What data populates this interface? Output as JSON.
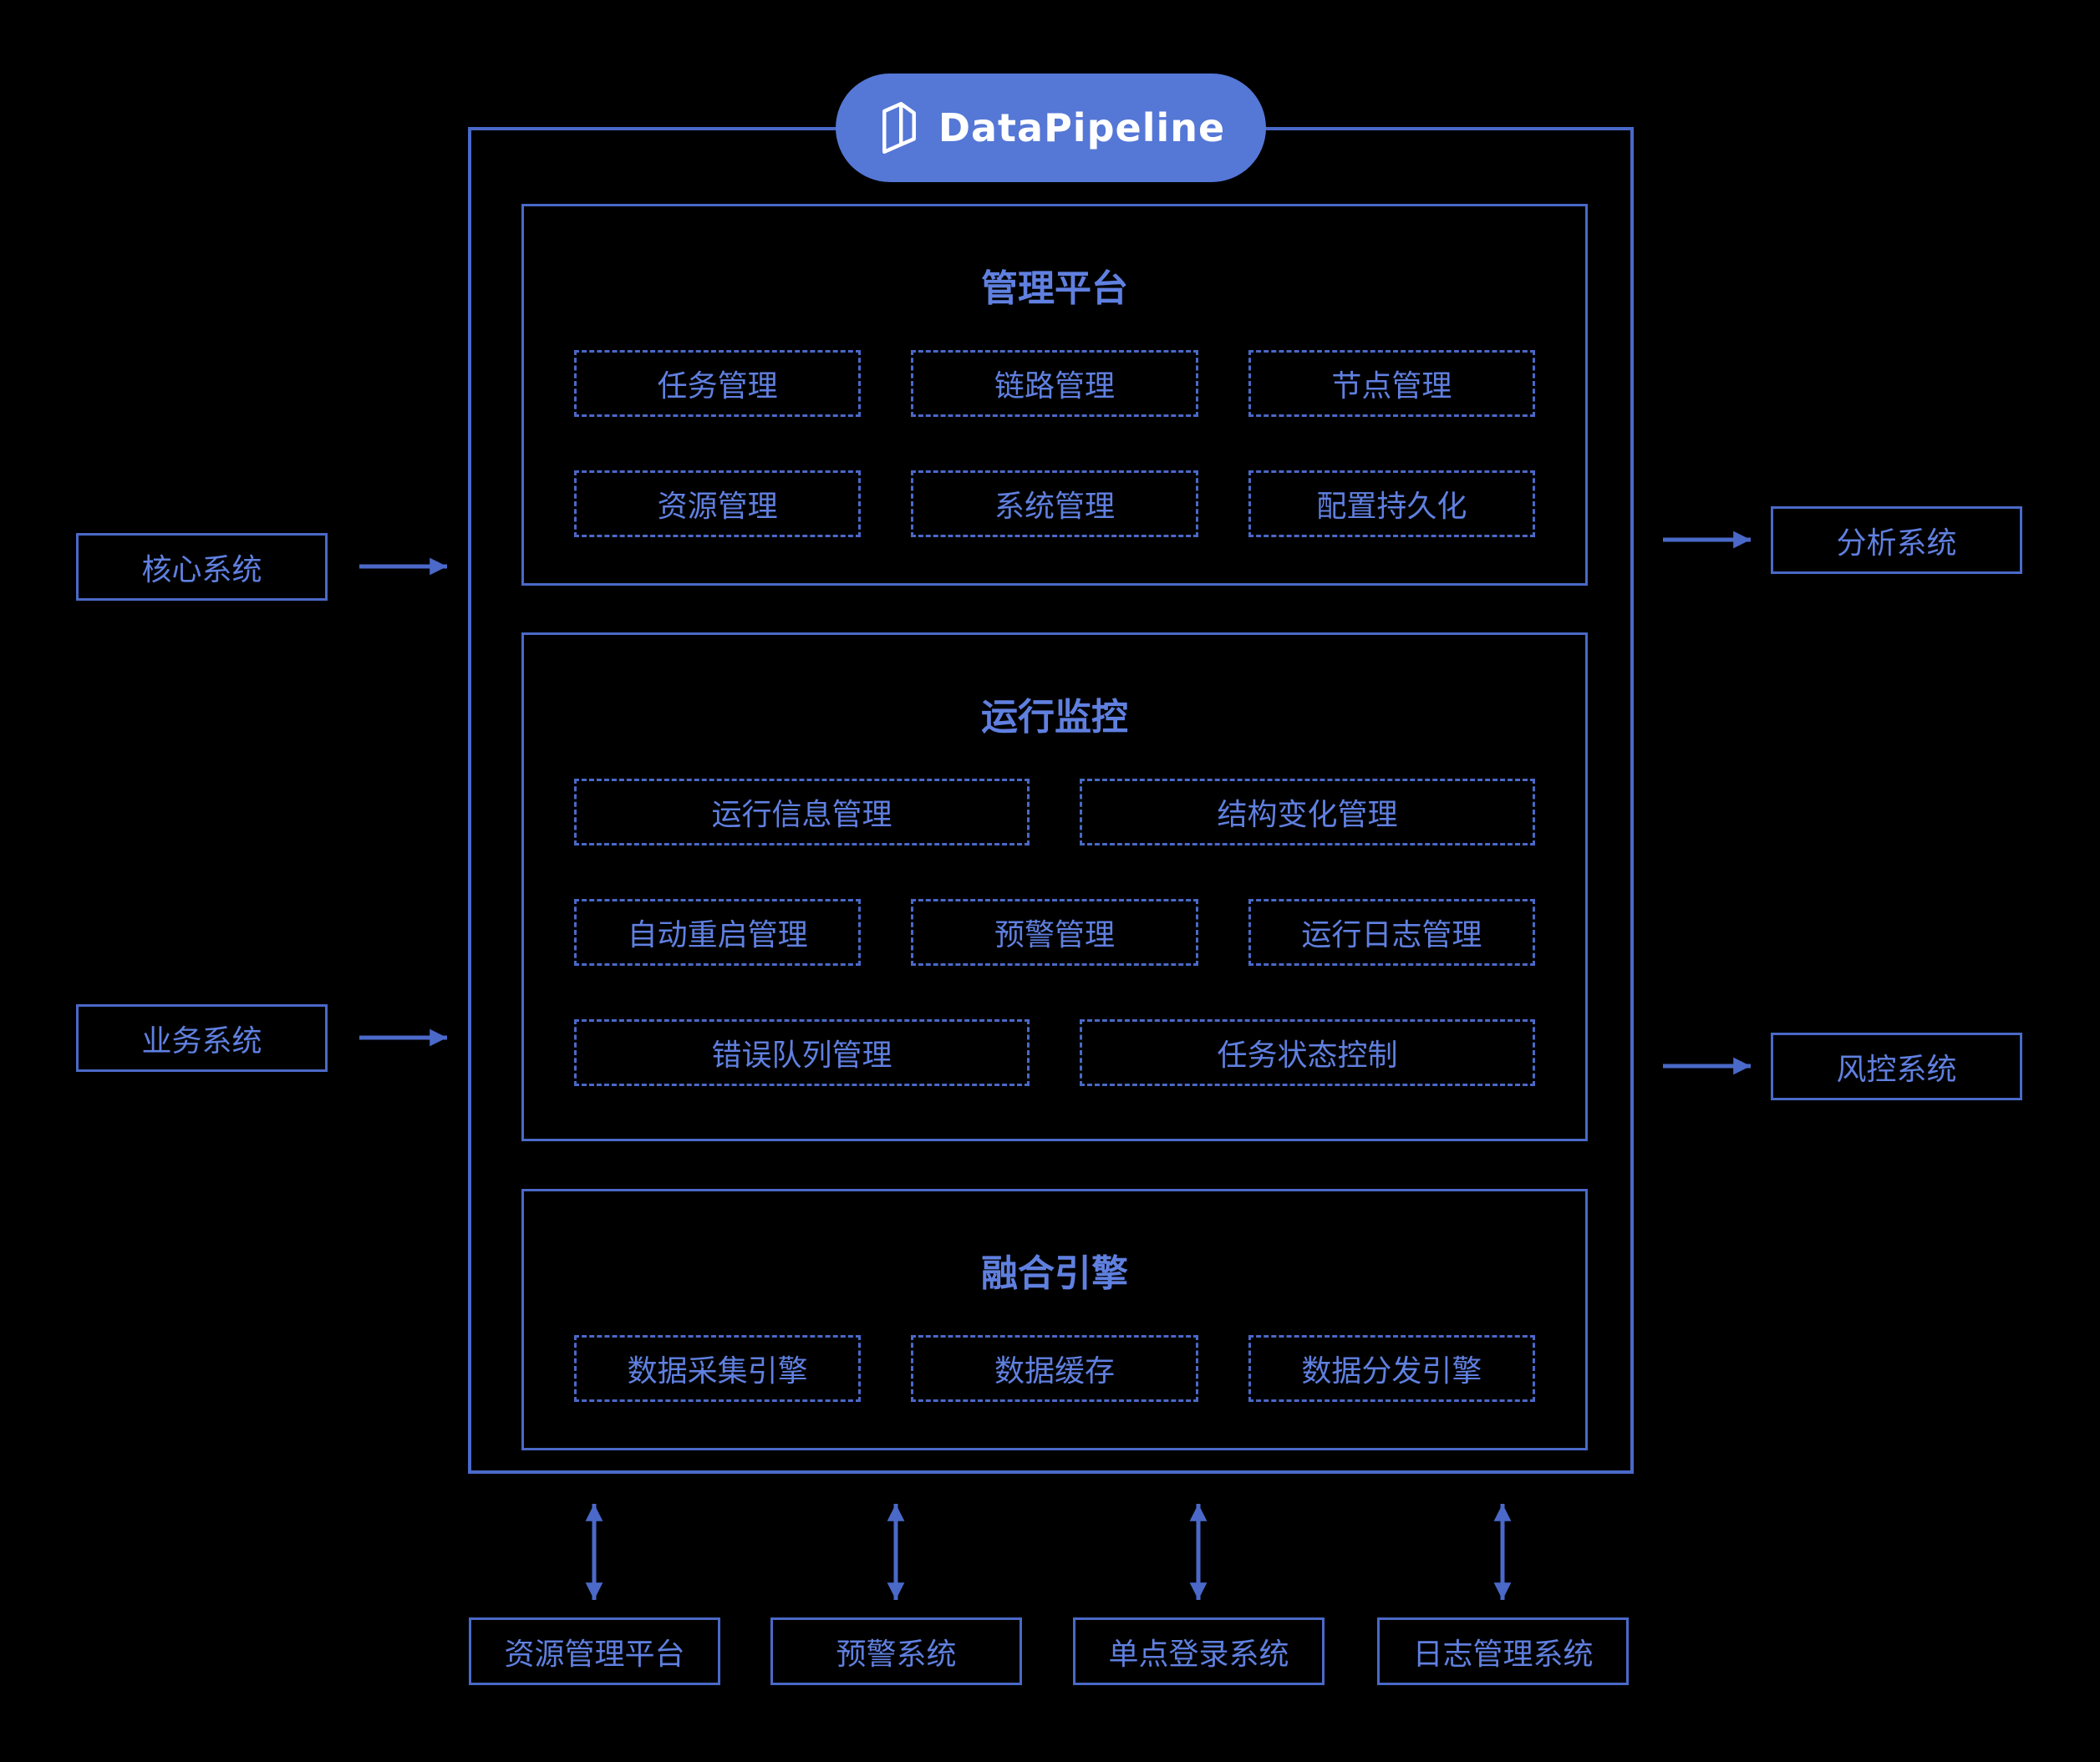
{
  "colors": {
    "bg": "#000000",
    "line": "#4a69c8",
    "text": "#6080e0",
    "title": "#6080e0",
    "pill-bg": "#5577d6",
    "pill-text": "#ffffff"
  },
  "logo": {
    "label": "DataPipeline"
  },
  "platform": {
    "sections": [
      {
        "title": "管理平台",
        "rows": [
          [
            "任务管理",
            "链路管理",
            "节点管理"
          ],
          [
            "资源管理",
            "系统管理",
            "配置持久化"
          ]
        ]
      },
      {
        "title": "运行监控",
        "rows": [
          [
            "运行信息管理",
            "结构变化管理"
          ],
          [
            "自动重启管理",
            "预警管理",
            "运行日志管理"
          ],
          [
            "错误队列管理",
            "任务状态控制"
          ]
        ]
      },
      {
        "title": "融合引擎",
        "rows": [
          [
            "数据采集引擎",
            "数据缓存",
            "数据分发引擎"
          ]
        ]
      }
    ]
  },
  "left_systems": [
    {
      "label": "核心系统"
    },
    {
      "label": "业务系统"
    }
  ],
  "right_systems": [
    {
      "label": "分析系统"
    },
    {
      "label": "风控系统"
    }
  ],
  "bottom_systems": [
    {
      "label": "资源管理平台"
    },
    {
      "label": "预警系统"
    },
    {
      "label": "单点登录系统"
    },
    {
      "label": "日志管理系统"
    }
  ]
}
